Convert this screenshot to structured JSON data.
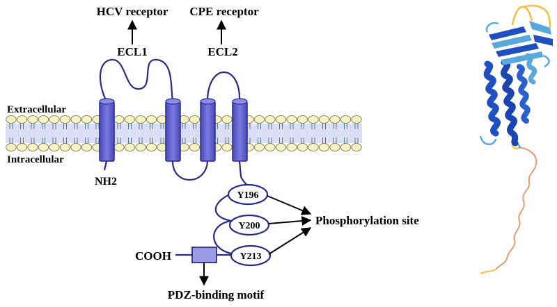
{
  "labels": {
    "hcv_receptor": "HCV receptor",
    "cpe_receptor": "CPE receptor",
    "ecl1": "ECL1",
    "ecl2": "ECL2",
    "extracellular": "Extracellular",
    "intracellular": "Intracellular",
    "nh2": "NH2",
    "cooh": "COOH",
    "pdz_motif": "PDZ-binding motif",
    "phosphorylation_site": "Phosphorylation site"
  },
  "residues": [
    "Y196",
    "Y200",
    "Y213"
  ],
  "colors": {
    "helix": "#6a6ad6",
    "helix_dark": "#3c3ca6",
    "chain": "#2a2a8a",
    "lipid_head": "#f7f2c2",
    "membrane_core": "#d7d9f3",
    "motif_box": "#9c9ce4",
    "protein_dark_blue": "#1f4fc1",
    "protein_light_blue": "#58a8dc",
    "protein_orange": "#e99a70",
    "protein_yellow": "#f0c040"
  }
}
